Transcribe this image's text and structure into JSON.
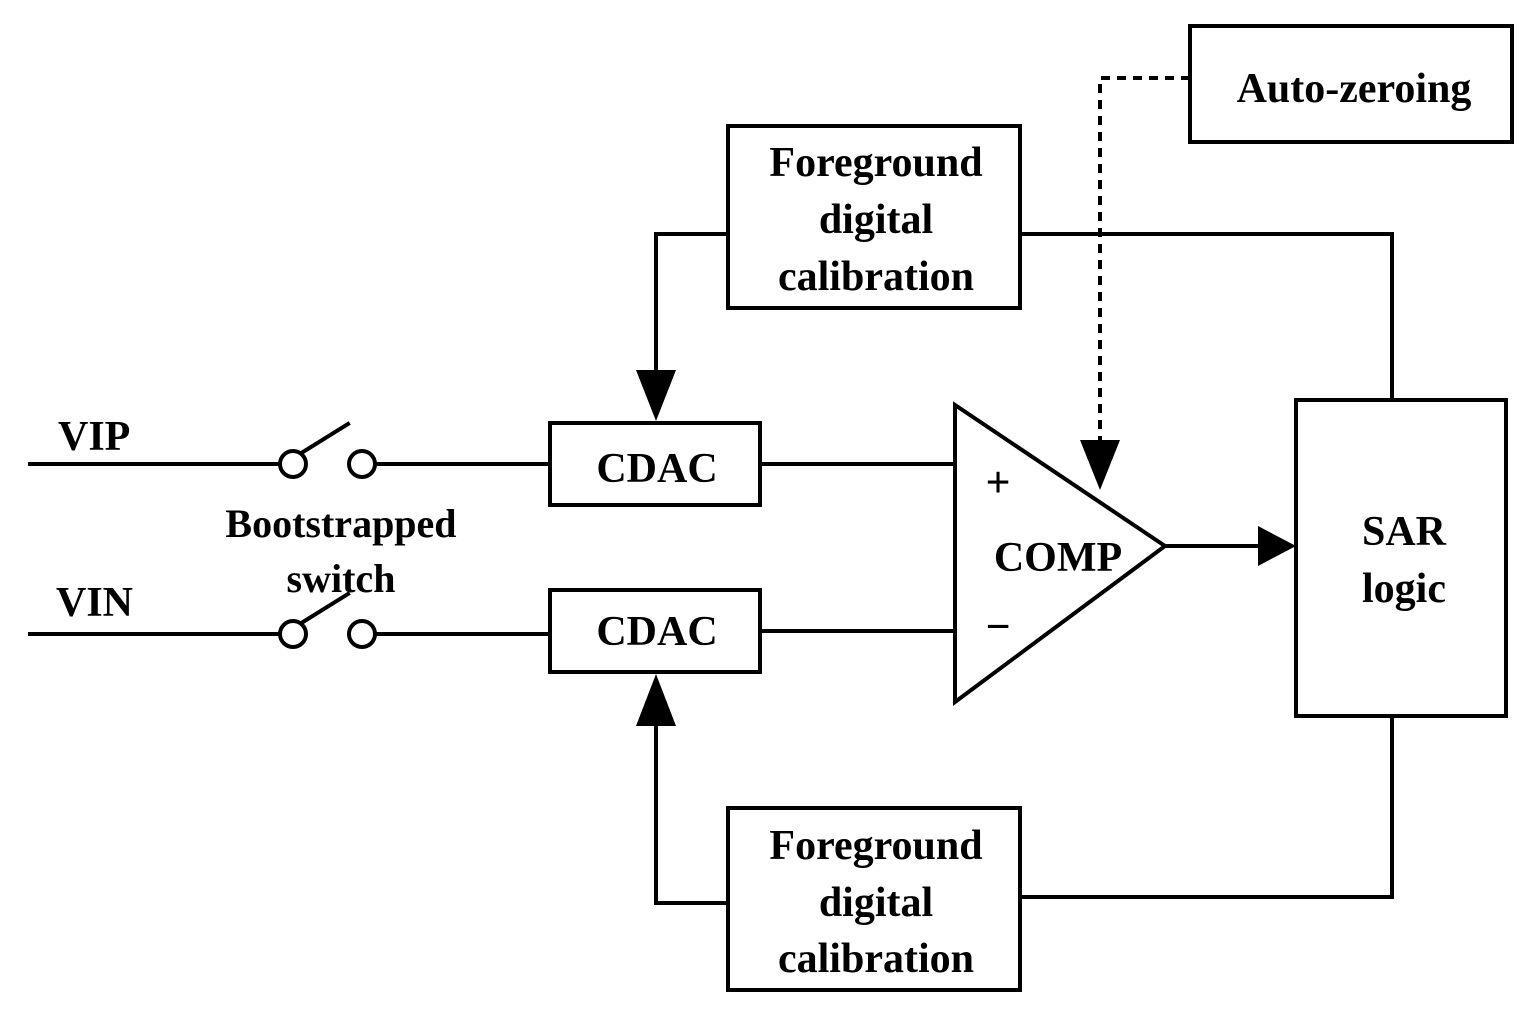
{
  "labels": {
    "vip": "VIP",
    "vin": "VIN",
    "switch_line1": "Bootstrapped",
    "switch_line2": "switch",
    "cdac_top": "CDAC",
    "cdac_bottom": "CDAC",
    "comp": "COMP",
    "plus": "+",
    "minus": "−",
    "sar_line1": "SAR",
    "sar_line2": "logic",
    "autozero": "Auto-zeroing",
    "cal_top": [
      "Foreground",
      "digital",
      "calibration"
    ],
    "cal_bottom": [
      "Foreground",
      "digital",
      "calibration"
    ]
  }
}
